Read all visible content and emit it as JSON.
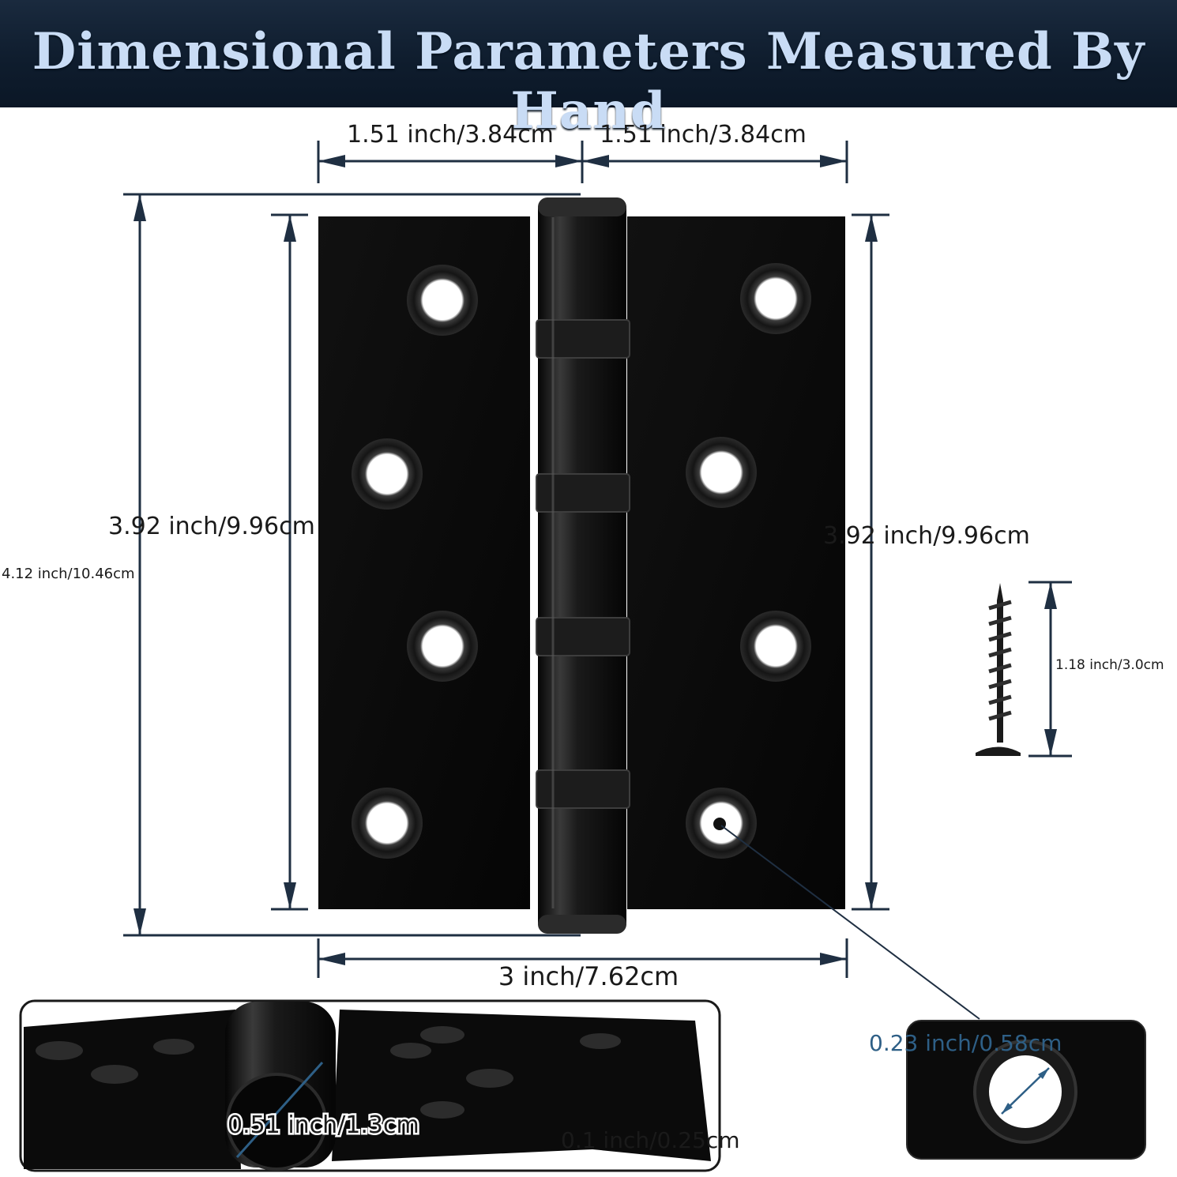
{
  "banner": {
    "title": "Dimensional Parameters Measured By Hand"
  },
  "dimensions": {
    "leaf_width_left": "1.51 inch/3.84cm",
    "leaf_width_right": "1.51 inch/3.84cm",
    "leaf_height_left": "3.92 inch/9.96cm",
    "leaf_height_right": "3.92 inch/9.96cm",
    "total_height": "4.12 inch/10.46cm",
    "total_width": "3 inch/7.62cm",
    "screw_length": "1.18 inch/3.0cm",
    "knuckle_diameter": "0.51 inch/1.3cm",
    "leaf_thickness": "0.1 inch/0.25cm",
    "hole_diameter": "0.23 inch/0.58cm"
  },
  "colors": {
    "banner": "#0f1d2e",
    "banner_text": "#c9dcf5",
    "hinge": "#0b0b0b",
    "dimension_line": "#1f2f42",
    "accent_blue": "#2e5f86"
  }
}
